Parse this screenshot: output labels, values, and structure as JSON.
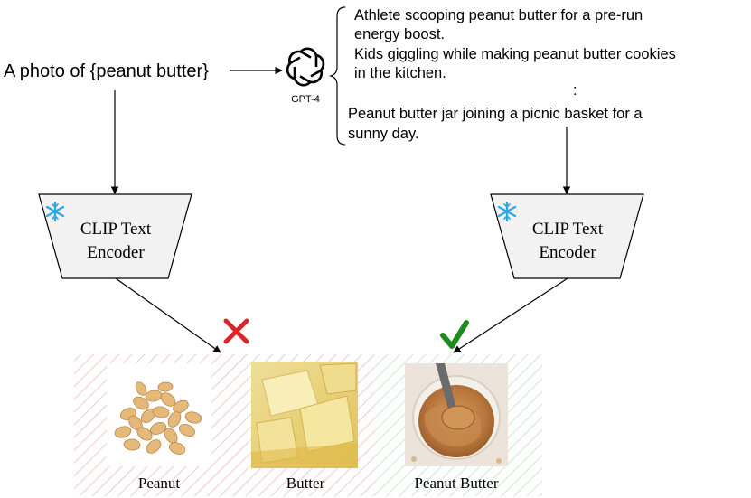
{
  "prompt": {
    "text": "A photo of {peanut butter}"
  },
  "llm": {
    "label": "GPT-4",
    "icon": "openai-logo-icon"
  },
  "descriptions": {
    "lines": [
      "Athlete scooping peanut butter for a pre-run",
      "energy boost.",
      "Kids giggling while making peanut butter cookies",
      "in the kitchen.",
      ":",
      "Peanut butter jar joining a picnic basket for a",
      "sunny day."
    ]
  },
  "encoders": {
    "left": {
      "line1": "CLIP Text",
      "line2": "Encoder",
      "icon": "snowflake-icon"
    },
    "right": {
      "line1": "CLIP Text",
      "line2": "Encoder",
      "icon": "snowflake-icon"
    }
  },
  "results": {
    "wrong_icon": "cross-icon",
    "right_icon": "check-icon",
    "images": [
      {
        "label": "Peanut",
        "icon": "peanut-image"
      },
      {
        "label": "Butter",
        "icon": "butter-image"
      },
      {
        "label": "Peanut Butter",
        "icon": "peanut-butter-jar-image"
      }
    ]
  },
  "colors": {
    "snowflake": "#2aa7e6",
    "cross": "#d62828",
    "check": "#1f8a1f",
    "hatch_red": "#f2b3b3",
    "hatch_green": "#b8ddb8",
    "encoder_fill": "#f2f2f2"
  }
}
